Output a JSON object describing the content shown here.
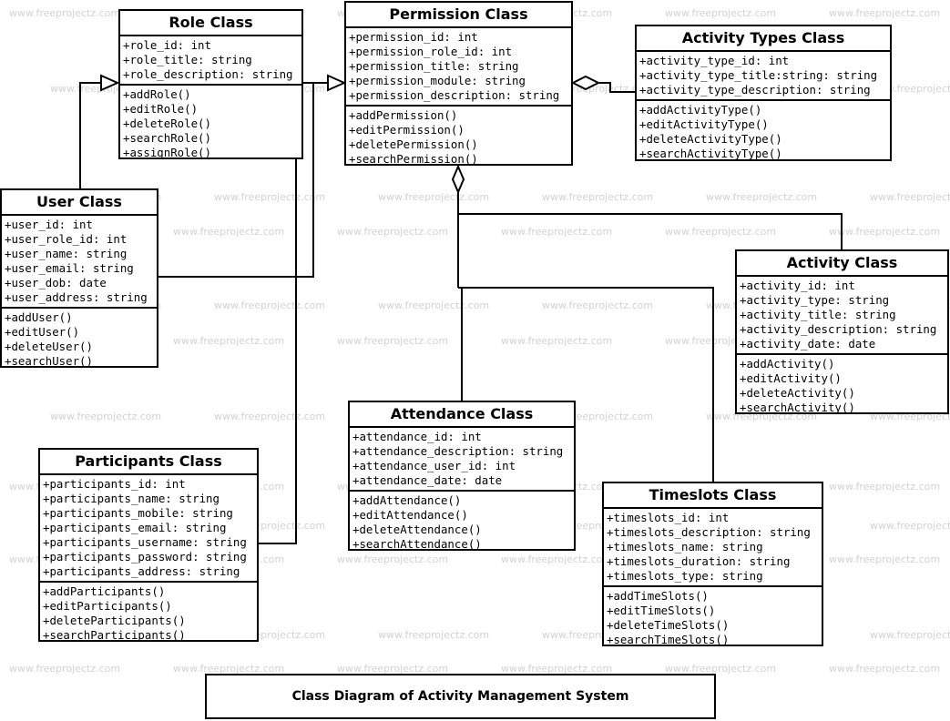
{
  "watermark": "www.freeprojectz.com",
  "caption": "Class Diagram of Activity Management System",
  "classes": {
    "role": {
      "title": "Role Class",
      "attributes": [
        "+role_id: int",
        "+role_title: string",
        "+role_description: string"
      ],
      "methods": [
        "+addRole()",
        "+editRole()",
        "+deleteRole()",
        "+searchRole()",
        "+assignRole()"
      ]
    },
    "permission": {
      "title": "Permission Class",
      "attributes": [
        "+permission_id: int",
        "+permission_role_id: int",
        "+permission_title: string",
        "+permission_module: string",
        "+permission_description: string"
      ],
      "methods": [
        "+addPermission()",
        "+editPermission()",
        "+deletePermission()",
        "+searchPermission()"
      ]
    },
    "activity_types": {
      "title": "Activity Types Class",
      "attributes": [
        "+activity_type_id: int",
        "+activity_type_title:string: string",
        "+activity_type_description: string"
      ],
      "methods": [
        "+addActivityType()",
        "+editActivityType()",
        "+deleteActivityType()",
        "+searchActivityType()"
      ]
    },
    "user": {
      "title": "User Class",
      "attributes": [
        "+user_id: int",
        "+user_role_id: int",
        "+user_name: string",
        "+user_email: string",
        "+user_dob: date",
        "+user_address: string"
      ],
      "methods": [
        "+addUser()",
        "+editUser()",
        "+deleteUser()",
        "+searchUser()"
      ]
    },
    "activity": {
      "title": "Activity Class",
      "attributes": [
        "+activity_id: int",
        "+activity_type: string",
        "+activity_title: string",
        "+activity_description: string",
        "+activity_date: date"
      ],
      "methods": [
        "+addActivity()",
        "+editActivity()",
        "+deleteActivity()",
        "+searchActivity()"
      ]
    },
    "attendance": {
      "title": "Attendance Class",
      "attributes": [
        "+attendance_id: int",
        "+attendance_description: string",
        "+attendance_user_id: int",
        "+attendance_date: date"
      ],
      "methods": [
        "+addAttendance()",
        "+editAttendance()",
        "+deleteAttendance()",
        "+searchAttendance()"
      ]
    },
    "participants": {
      "title": "Participants Class",
      "attributes": [
        "+participants_id: int",
        "+participants_name: string",
        "+participants_mobile: string",
        "+participants_email: string",
        "+participants_username: string",
        "+participants_password: string",
        "+participants_address: string"
      ],
      "methods": [
        "+addParticipants()",
        "+editParticipants()",
        "+deleteParticipants()",
        "+searchParticipants()"
      ]
    },
    "timeslots": {
      "title": "Timeslots Class",
      "attributes": [
        "+timeslots_id: int",
        "+timeslots_description: string",
        "+timeslots_name: string",
        "+timeslots_duration: string",
        "+timeslots_type: string"
      ],
      "methods": [
        "+addTimeSlots()",
        "+editTimeSlots()",
        "+deleteTimeSlots()",
        "+searchTimeSlots()"
      ]
    }
  }
}
